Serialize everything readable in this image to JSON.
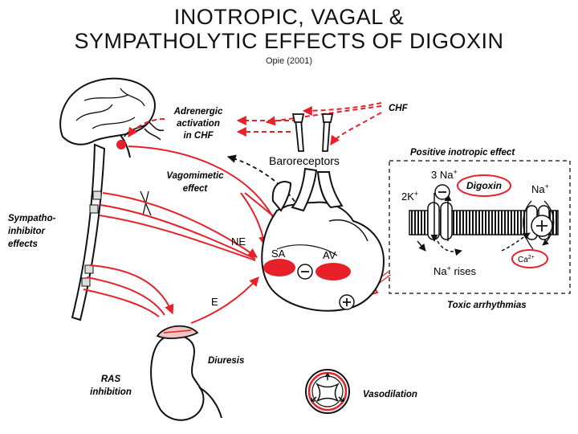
{
  "title": {
    "line1": "INOTROPIC, VAGAL &",
    "line2": "SYMPATHOLYTIC EFFECTS OF DIGOXIN"
  },
  "citation": "Opie (2001)",
  "labels": {
    "adrenergic_1": "Adrenergic",
    "adrenergic_2": "activation",
    "adrenergic_3": "in CHF",
    "chf": "CHF",
    "baroreceptors": "Baroreceptors",
    "vagomimetic_1": "Vagomimetic",
    "vagomimetic_2": "effect",
    "sympatho_1": "Sympatho-",
    "sympatho_2": "inhibitor",
    "sympatho_3": "effects",
    "ne": "NE",
    "e": "E",
    "sa": "SA",
    "av": "AV",
    "diuresis": "Diuresis",
    "ras_1": "RAS",
    "ras_2": "inhibition",
    "vasodilation": "Vasodilation",
    "positive_inotropic": "Positive inotropic effect",
    "three_na": "3 Na",
    "two_k": "2K",
    "digoxin": "Digoxin",
    "na_plus": "Na",
    "na_rises": "Na",
    "rises": "rises",
    "ca": "Ca",
    "toxic_arrhythmias": "Toxic arrhythmias"
  },
  "colors": {
    "red_arrow": "#e8202a",
    "ink": "#111111",
    "box_border": "#333333"
  },
  "icons": {
    "brain": "brain-icon",
    "heart": "heart-icon",
    "kidney": "kidney-icon",
    "vessel": "vessel-icon"
  }
}
